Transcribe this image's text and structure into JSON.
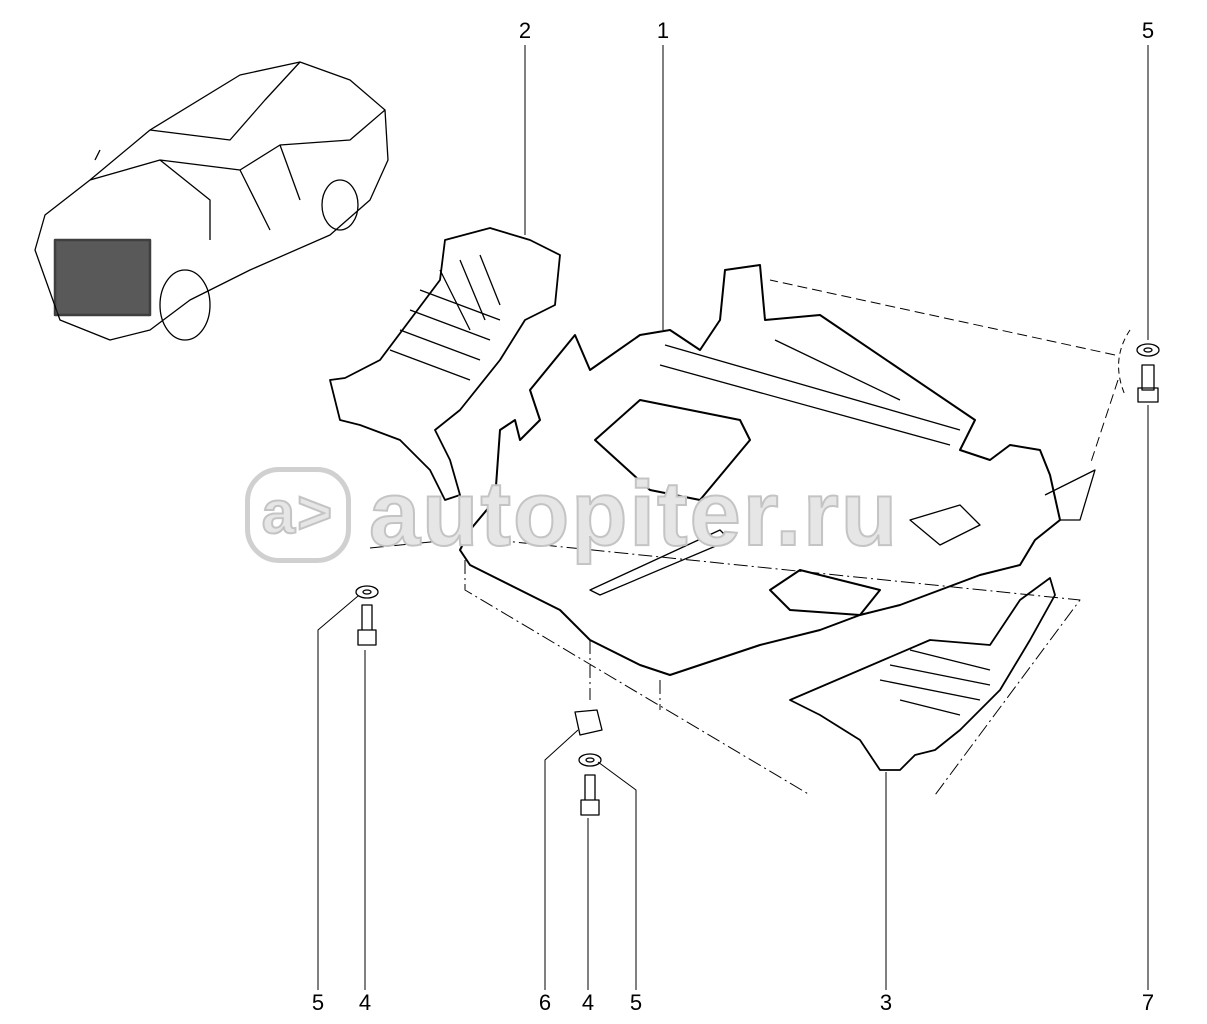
{
  "diagram": {
    "title": "Engine undertray / splash shield assembly",
    "watermark": "autopiter.ru",
    "watermark_logo": "a>",
    "callouts_top": [
      "2",
      "1",
      "5"
    ],
    "callouts_bottom": [
      "5",
      "4",
      "6",
      "4",
      "5",
      "3",
      "7"
    ]
  }
}
